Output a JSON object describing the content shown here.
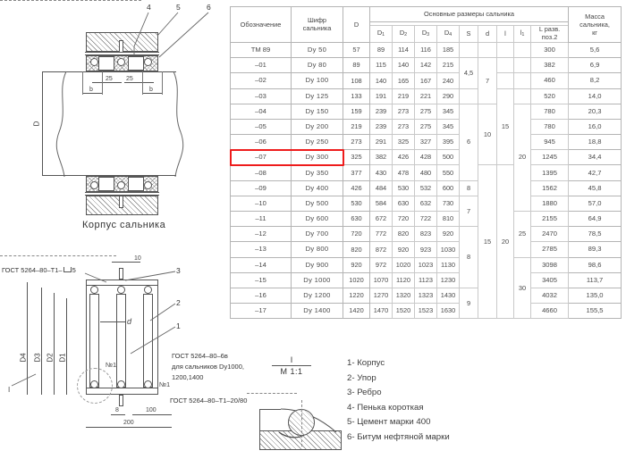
{
  "table": {
    "headers": {
      "designation": "Обозначение",
      "code": "Шифр сальника",
      "D": "D",
      "main_group": "Основные размеры сальника",
      "D1": "D",
      "D1s": "1",
      "D2": "D",
      "D2s": "2",
      "D3": "D",
      "D3s": "3",
      "D4": "D",
      "D4s": "4",
      "S": "S",
      "d": "d",
      "l": "l",
      "l1": "l",
      "l1s": "1",
      "L": "L разв.",
      "L2": "поз.2",
      "mass": "Масса сальника, кг"
    },
    "rows": [
      {
        "desig": "ТМ 89",
        "code": "Dy 50",
        "D": "57",
        "D1": "89",
        "D2": "114",
        "D3": "116",
        "D4": "185",
        "L": "300",
        "mass": "5,6"
      },
      {
        "desig": "–01",
        "code": "Dy 80",
        "D": "89",
        "D1": "115",
        "D2": "140",
        "D3": "142",
        "D4": "215",
        "L": "382",
        "mass": "6,9"
      },
      {
        "desig": "–02",
        "code": "Dy 100",
        "D": "108",
        "D1": "140",
        "D2": "165",
        "D3": "167",
        "D4": "240",
        "L": "460",
        "mass": "8,2"
      },
      {
        "desig": "–03",
        "code": "Dy 125",
        "D": "133",
        "D1": "191",
        "D2": "219",
        "D3": "221",
        "D4": "290",
        "L": "520",
        "mass": "14,0"
      },
      {
        "desig": "–04",
        "code": "Dy 150",
        "D": "159",
        "D1": "239",
        "D2": "273",
        "D3": "275",
        "D4": "345",
        "L": "780",
        "mass": "20,3"
      },
      {
        "desig": "–05",
        "code": "Dy 200",
        "D": "219",
        "D1": "239",
        "D2": "273",
        "D3": "275",
        "D4": "345",
        "L": "780",
        "mass": "16,0"
      },
      {
        "desig": "–06",
        "code": "Dy 250",
        "D": "273",
        "D1": "291",
        "D2": "325",
        "D3": "327",
        "D4": "395",
        "L": "945",
        "mass": "18,8"
      },
      {
        "desig": "–07",
        "code": "Dy 300",
        "D": "325",
        "D1": "382",
        "D2": "426",
        "D3": "428",
        "D4": "500",
        "L": "1245",
        "mass": "34,4"
      },
      {
        "desig": "–08",
        "code": "Dy 350",
        "D": "377",
        "D1": "430",
        "D2": "478",
        "D3": "480",
        "D4": "550",
        "L": "1395",
        "mass": "42,7"
      },
      {
        "desig": "–09",
        "code": "Dy 400",
        "D": "426",
        "D1": "484",
        "D2": "530",
        "D3": "532",
        "D4": "600",
        "L": "1562",
        "mass": "45,8"
      },
      {
        "desig": "–10",
        "code": "Dy 500",
        "D": "530",
        "D1": "584",
        "D2": "630",
        "D3": "632",
        "D4": "730",
        "L": "1880",
        "mass": "57,0"
      },
      {
        "desig": "–11",
        "code": "Dy 600",
        "D": "630",
        "D1": "672",
        "D2": "720",
        "D3": "722",
        "D4": "810",
        "L": "2155",
        "mass": "64,9"
      },
      {
        "desig": "–12",
        "code": "Dy 700",
        "D": "720",
        "D1": "772",
        "D2": "820",
        "D3": "823",
        "D4": "920",
        "L": "2470",
        "mass": "78,5"
      },
      {
        "desig": "–13",
        "code": "Dy 800",
        "D": "820",
        "D1": "872",
        "D2": "920",
        "D3": "923",
        "D4": "1030",
        "L": "2785",
        "mass": "89,3"
      },
      {
        "desig": "–14",
        "code": "Dy 900",
        "D": "920",
        "D1": "972",
        "D2": "1020",
        "D3": "1023",
        "D4": "1130",
        "L": "3098",
        "mass": "98,6"
      },
      {
        "desig": "–15",
        "code": "Dy 1000",
        "D": "1020",
        "D1": "1070",
        "D2": "1120",
        "D3": "1123",
        "D4": "1230",
        "L": "3405",
        "mass": "113,7"
      },
      {
        "desig": "–16",
        "code": "Dy 1200",
        "D": "1220",
        "D1": "1270",
        "D2": "1320",
        "D3": "1323",
        "D4": "1430",
        "L": "4032",
        "mass": "135,0"
      },
      {
        "desig": "–17",
        "code": "Dy 1400",
        "D": "1420",
        "D1": "1470",
        "D2": "1520",
        "D3": "1523",
        "D4": "1630",
        "L": "4660",
        "mass": "155,5"
      }
    ],
    "merged": {
      "S": [
        {
          "v": "",
          "n": 1
        },
        {
          "v": "4,5",
          "n": 2
        },
        {
          "v": "",
          "n": 1
        },
        {
          "v": "6",
          "n": 5
        },
        {
          "v": "8",
          "n": 1
        },
        {
          "v": "7",
          "n": 2
        },
        {
          "v": "8",
          "n": 4
        },
        {
          "v": "9",
          "n": 3
        }
      ],
      "d": [
        {
          "v": "",
          "n": 1
        },
        {
          "v": "7",
          "n": 3
        },
        {
          "v": "10",
          "n": 4
        },
        {
          "v": "15",
          "n": 10
        }
      ],
      "l": [
        {
          "v": "",
          "n": 3
        },
        {
          "v": "15",
          "n": 5
        },
        {
          "v": "20",
          "n": 10
        }
      ],
      "l1": [
        {
          "v": "",
          "n": 4
        },
        {
          "v": "20",
          "n": 7
        },
        {
          "v": "25",
          "n": 3
        },
        {
          "v": "30",
          "n": 4
        }
      ]
    },
    "highlight_row_code": "Dy 300",
    "highlight_color": "#ee1c1c"
  },
  "legend": {
    "items": [
      "1- Корпус",
      "2- Упор",
      "3- Ребро",
      "4- Пенька короткая",
      "5- Цемент марки 400",
      "6- Битум нефтяной марки"
    ]
  },
  "drawing_top": {
    "caption": "Корпус сальника",
    "callouts": [
      "4",
      "5",
      "6"
    ],
    "dim_vertical": "D",
    "dims": [
      "25",
      "25"
    ],
    "dim_b_left": "b",
    "dim_b_right": "b"
  },
  "drawing_bottom": {
    "callouts": [
      "3",
      "2",
      "1"
    ],
    "dim_d": "d",
    "dim_top": "10",
    "dims_vertical": [
      "D4",
      "D3",
      "D2",
      "D1"
    ],
    "dims_horizontal": [
      "8",
      "100",
      "200"
    ],
    "marks": [
      "№1",
      "№1"
    ],
    "gost_left": "ГОСТ 5264–80–Т1–",
    "gost_left_num": "5",
    "gost_note_1": "ГОСТ 5264–80–6в",
    "gost_note_2": "для сальников Dy1000,",
    "gost_note_3": "1200,1400",
    "gost_bottom": "ГОСТ 5264–80–Т1–20/80",
    "detail_ref": "I"
  },
  "detail_view": {
    "label": "I",
    "scale": "M 1:1"
  }
}
